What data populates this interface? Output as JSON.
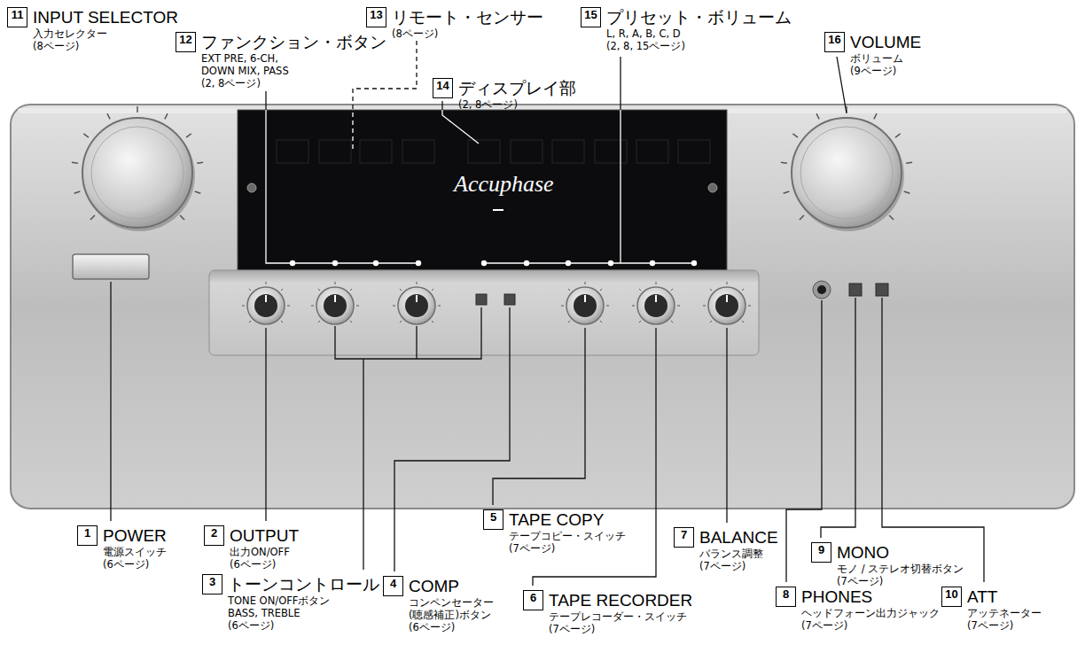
{
  "diagram": {
    "nodes": [
      {
        "text": [
          "11",
          "INPUT SELECTOR",
          "入力セレクター",
          "(8ページ)"
        ]
      },
      {
        "text": [
          "12",
          "ファンクション・ボタン",
          "EXT PRE, 6-CH, DOWN MIX, PASS",
          "(2, 8ページ)"
        ]
      },
      {
        "text": [
          "13",
          "リモート・センサー",
          "(8ページ)"
        ]
      },
      {
        "text": [
          "14",
          "ディスプレイ部",
          "(2, 8ページ)"
        ]
      },
      {
        "text": [
          "15",
          "プリセット・ボリューム",
          "L, R, A, B, C, D",
          "(2, 8, 15ページ)"
        ]
      },
      {
        "text": [
          "16",
          "VOLUME",
          "ボリューム",
          "(9ページ)"
        ]
      },
      {
        "text": [
          "1",
          "POWER",
          "電源スイッチ",
          "(6ページ)"
        ]
      },
      {
        "text": [
          "2",
          "OUTPUT",
          "出力ON/OFF",
          "(6ページ)"
        ]
      },
      {
        "text": [
          "3",
          "トーンコントロール",
          "TONE ON/OFFボタン",
          "BASS, TREBLE",
          "(6ページ)"
        ]
      },
      {
        "text": [
          "4",
          "COMP",
          "コンペンセーター (聴感補正)ボタン",
          "(6ページ)"
        ]
      },
      {
        "text": [
          "5",
          "TAPE COPY",
          "テープコピー・スイッチ",
          "(7ページ)"
        ]
      },
      {
        "text": [
          "6",
          "TAPE RECORDER",
          "テープレコーダー・スイッチ",
          "(7ページ)"
        ]
      },
      {
        "text": [
          "7",
          "BALANCE",
          "バランス調整",
          "(7ページ)"
        ]
      },
      {
        "text": [
          "8",
          "PHONES",
          "ヘッドフォーン出力ジャック",
          "(7ページ)"
        ]
      },
      {
        "text": [
          "9",
          "MONO",
          "モノ / ステレオ切替ボタン",
          "(7ページ)"
        ]
      },
      {
        "text": [
          "10",
          "ATT",
          "アッテネーター",
          "(7ページ)"
        ]
      }
    ],
    "labels": [
      "Accuphase"
    ]
  }
}
